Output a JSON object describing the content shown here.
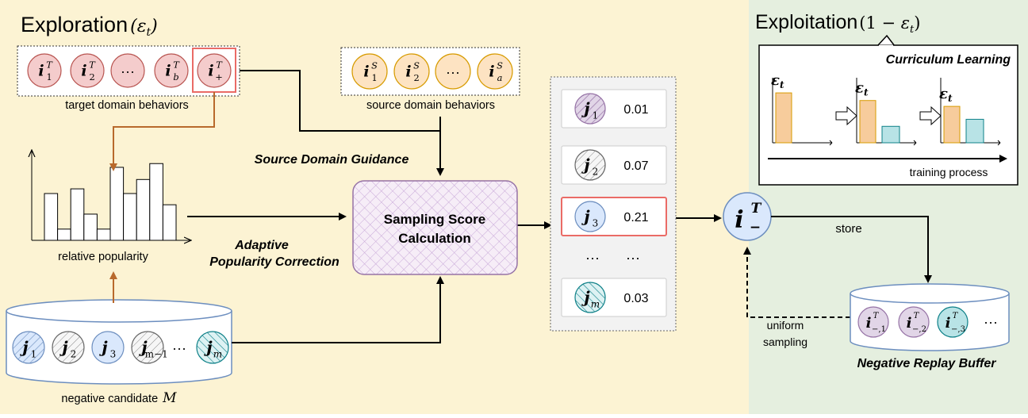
{
  "exploration": {
    "title": "Exploration",
    "eps": "ε",
    "eps_sub": "t",
    "target_items": [
      {
        "base": "i",
        "sup": "T",
        "sub": "1"
      },
      {
        "base": "i",
        "sup": "T",
        "sub": "2"
      },
      {
        "base": "···",
        "sup": "",
        "sub": ""
      },
      {
        "base": "i",
        "sup": "T",
        "sub": "b"
      },
      {
        "base": "i",
        "sup": "T",
        "sub": "+"
      }
    ],
    "target_label": "target domain behaviors",
    "source_items": [
      {
        "base": "i",
        "sup": "S",
        "sub": "1"
      },
      {
        "base": "i",
        "sup": "S",
        "sub": "2"
      },
      {
        "base": "···",
        "sup": "",
        "sub": ""
      },
      {
        "base": "i",
        "sup": "S",
        "sub": "a"
      }
    ],
    "source_label": "source domain behaviors",
    "popularity_label": "relative popularity",
    "popularity_bars": [
      0.5,
      0.12,
      0.55,
      0.28,
      0.12,
      0.78,
      0.5,
      0.65,
      0.82,
      0.38
    ],
    "candidate_items": [
      {
        "base": "j",
        "sub": "1"
      },
      {
        "base": "j",
        "sub": "2"
      },
      {
        "base": "j",
        "sub": "3"
      },
      {
        "base": "j",
        "sub": "m−1"
      },
      {
        "base": "j",
        "sub": "m"
      }
    ],
    "candidate_dots": "···",
    "candidate_label": "negative candidate",
    "candidate_var": "M",
    "guidance_label": "Source Domain Guidance",
    "correction_label_1": "Adaptive",
    "correction_label_2": "Popularity Correction",
    "calc_label_1": "Sampling Score",
    "calc_label_2": "Calculation"
  },
  "scores": {
    "rows": [
      {
        "base": "j",
        "sub": "1",
        "score": "0.01"
      },
      {
        "base": "j",
        "sub": "2",
        "score": "0.07"
      },
      {
        "base": "j",
        "sub": "3",
        "score": "0.21"
      },
      {
        "base": "j",
        "sub": "m",
        "score": "0.03"
      }
    ],
    "dots_a": "···",
    "dots_b": "···"
  },
  "selected": {
    "base": "i",
    "sup": "T",
    "sub": "−"
  },
  "exploitation": {
    "title": "Exploitation",
    "formula_prefix": "(1 − ",
    "formula_eps": "ε",
    "formula_sub": "t",
    "formula_suffix": ")",
    "curriculum_title": "Curriculum Learning",
    "eps": "ε",
    "eps_sub": "t",
    "steps": [
      {
        "orange": 0.85,
        "teal": 0.0
      },
      {
        "orange": 0.72,
        "teal": 0.28
      },
      {
        "orange": 0.62,
        "teal": 0.4
      }
    ],
    "training_label": "training process",
    "store_label": "store",
    "uniform_label_1": "uniform",
    "uniform_label_2": "sampling",
    "buffer_items": [
      {
        "base": "i",
        "sup": "T",
        "sub": "−,1"
      },
      {
        "base": "i",
        "sup": "T",
        "sub": "−,2"
      },
      {
        "base": "i",
        "sup": "T",
        "sub": "−,3"
      }
    ],
    "buffer_dots": "···",
    "buffer_label": "Negative Replay Buffer"
  },
  "colors": {
    "left_bg": "#fcf3d3",
    "right_bg": "#e5efdf",
    "pink": "#f4cccc",
    "pink_stroke": "#b85450",
    "peach": "#fde3c2",
    "peach_stroke": "#d79b00",
    "blue": "#dae8fc",
    "blue_stroke": "#6c8ebf",
    "purple": "#e1d5e7",
    "purple_stroke": "#9673a6",
    "teal": "#b8e3e6",
    "teal_stroke": "#0e8088",
    "highlight": "#ea6b66",
    "brown": "#b8692c",
    "bar_orange": "#f7cc9c",
    "bar_teal": "#b8e3e6"
  }
}
